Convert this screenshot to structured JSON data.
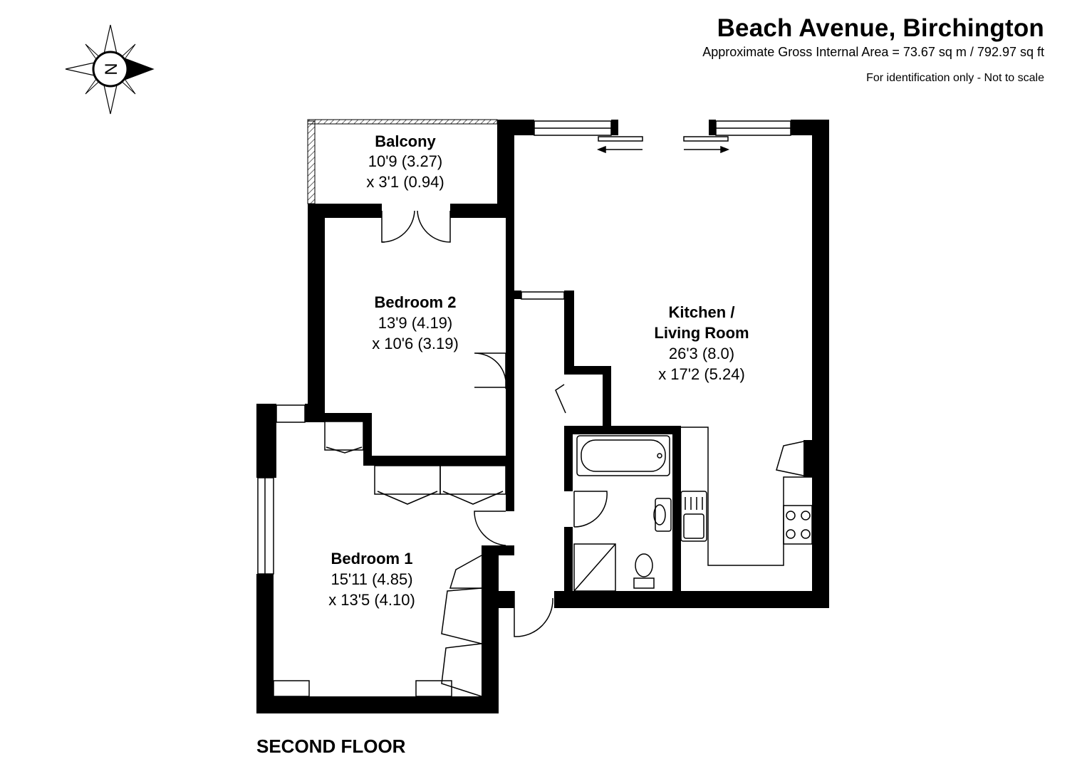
{
  "header": {
    "title": "Beach Avenue, Birchington",
    "area": "Approximate Gross Internal Area = 73.67 sq m / 792.97 sq ft",
    "note": "For identification only - Not to scale"
  },
  "compass": {
    "letter": "N",
    "icon": "compass-rose-icon"
  },
  "floor_label": "SECOND FLOOR",
  "rooms": {
    "balcony": {
      "name": "Balcony",
      "dim1": "10'9 (3.27)",
      "dim2": "x 3'1 (0.94)"
    },
    "bedroom2": {
      "name": "Bedroom 2",
      "dim1": "13'9 (4.19)",
      "dim2": "x 10'6 (3.19)"
    },
    "kitchen": {
      "name1": "Kitchen /",
      "name2": "Living Room",
      "dim1": "26'3 (8.0)",
      "dim2": "x 17'2 (5.24)"
    },
    "bedroom1": {
      "name": "Bedroom 1",
      "dim1": "15'11 (4.85)",
      "dim2": "x 13'5 (4.10)"
    }
  }
}
